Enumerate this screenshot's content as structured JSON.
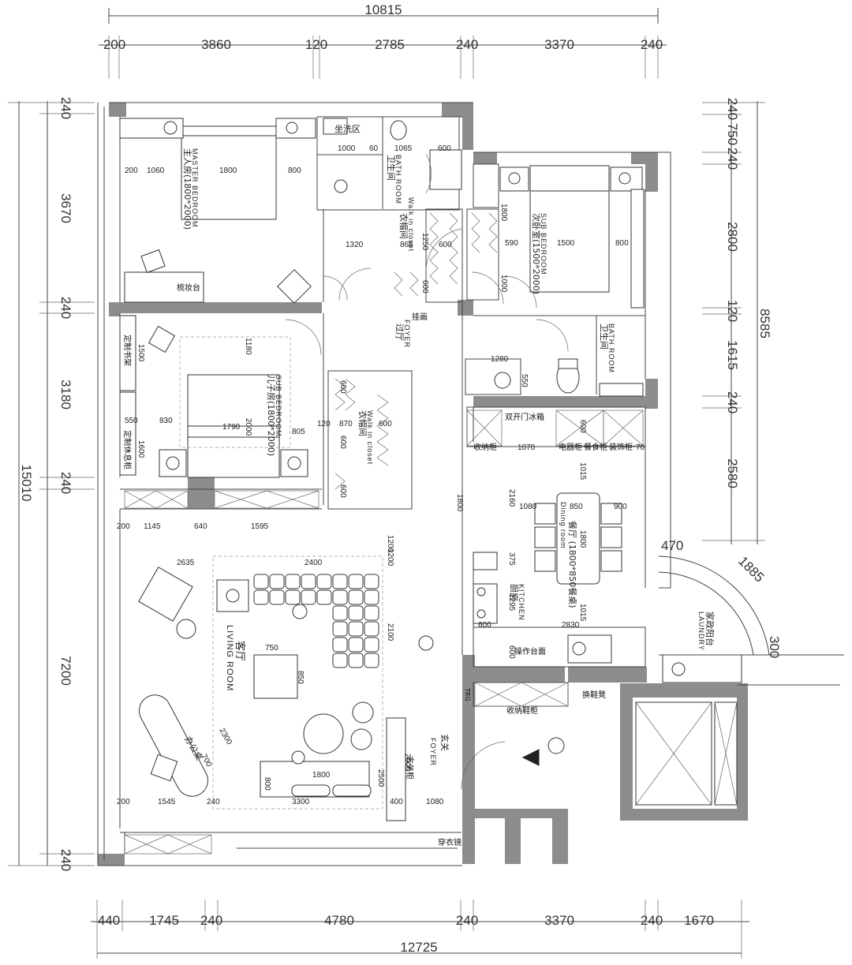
{
  "dimensions": {
    "top_total": "10815",
    "top_segments": [
      "200",
      "3860",
      "120",
      "2785",
      "240",
      "3370",
      "240"
    ],
    "bottom_total": "12725",
    "bottom_segments": [
      "440",
      "1745",
      "240",
      "4780",
      "240",
      "3370",
      "240",
      "1670"
    ],
    "left_total": "15010",
    "left_segments": [
      "240",
      "3670",
      "240",
      "3180",
      "240",
      "7200",
      "240"
    ],
    "right_total": "8585",
    "right_segments": [
      "240",
      "750",
      "240",
      "2800",
      "120",
      "1615",
      "240",
      "2580"
    ],
    "balcony": [
      "470",
      "1885",
      "300"
    ],
    "interior": [
      "200",
      "1060",
      "1800",
      "800",
      "1000",
      "60",
      "1065",
      "600",
      "1320",
      "865",
      "600",
      "1250",
      "600",
      "1800",
      "590",
      "1500",
      "800",
      "1000",
      "1180",
      "1500",
      "1790",
      "2000",
      "550",
      "830",
      "805",
      "120",
      "870",
      "600",
      "1600",
      "1200",
      "600",
      "600",
      "600",
      "1280",
      "550",
      "600",
      "1070",
      "70",
      "1015",
      "1800",
      "2160",
      "1080",
      "850",
      "900",
      "1800",
      "375",
      "1295",
      "1015",
      "600",
      "2830",
      "600",
      "200",
      "1145",
      "640",
      "1595",
      "2635",
      "2400",
      "1200",
      "750",
      "850",
      "2100",
      "2300",
      "700",
      "1800",
      "800",
      "3300",
      "2500",
      "2000",
      "400",
      "1080",
      "200",
      "1545",
      "240"
    ]
  },
  "rooms": {
    "master_bedroom": {
      "cn": "主人房(1800*2000)",
      "en": "MASTER BEDROOM"
    },
    "master_bath": {
      "cn": "卫生间",
      "en": "BATH ROOM"
    },
    "wash_zone": {
      "cn": "坐洗区"
    },
    "walk_in_closet": {
      "cn": "衣帽间",
      "en": "Walk in closet"
    },
    "sub_bedroom": {
      "cn": "次卧室(1500*2000)",
      "en": "SUB BEDROOM"
    },
    "foyer_top": {
      "cn": "过厅",
      "en": "FOYER"
    },
    "bath_room2": {
      "cn": "卫生间",
      "en": "BATH ROOM"
    },
    "kids_room": {
      "cn": "儿子房(1800*2000)",
      "en": "SUB BEDROOM"
    },
    "kids_closet": {
      "cn": "衣帽间",
      "en": "Walk in closet"
    },
    "dining": {
      "cn": "餐厅 (1800*850餐桌)",
      "en": "Dining room"
    },
    "kitchen": {
      "cn": "厨房",
      "en": "KITCHEN"
    },
    "living": {
      "cn": "客厅",
      "en": "LIVING ROOM"
    },
    "foyer_entry": {
      "cn": "玄关",
      "en": "FOYER"
    },
    "laundry": {
      "cn": "家政阳台",
      "en": "LAUNDRY"
    },
    "desk": {
      "cn": "办公桌"
    }
  },
  "labels": {
    "vanity": "梳妆台",
    "hanging": "挂画",
    "custom_bookcase": "定制书架",
    "custom_cabinet": "定制休息柜",
    "fridge": "双开门冰箱",
    "storage": "收纳柜",
    "appliance": "电器柜",
    "wine": "餐食柜",
    "wine2": "装饰柜",
    "counter": "操作台面",
    "shoe_bench": "换鞋凳",
    "shoe_cabinet": "收纳鞋柜",
    "mirror": "穿衣镜",
    "entry_cabinet": "玄关柜",
    "trg": "TRG"
  }
}
